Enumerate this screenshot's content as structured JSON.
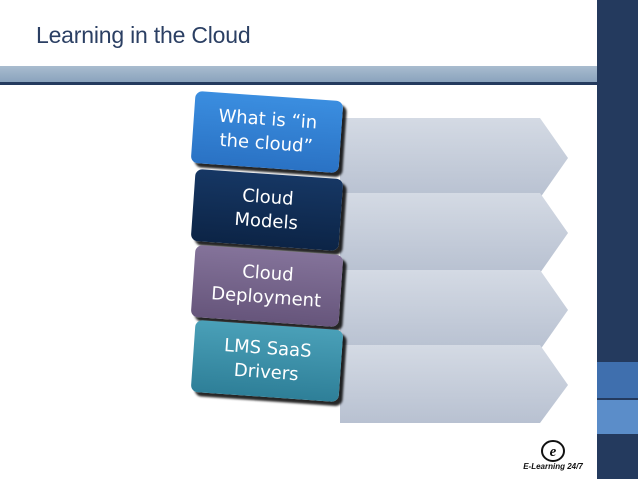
{
  "title": "Learning in the Cloud",
  "colors": {
    "title": "#2b3f63",
    "rule": "#9fb3c8",
    "sidebar": "#243a5e",
    "arrow": "#c2cad8",
    "box1": "#2f7fd4",
    "box2": "#0f2a4e",
    "box3": "#75648a",
    "box4": "#3a8ea6"
  },
  "steps": [
    {
      "label": "What is “in\nthe cloud”"
    },
    {
      "label": "Cloud\nModels"
    },
    {
      "label": "Cloud\nDeployment"
    },
    {
      "label": "LMS SaaS\nDrivers"
    }
  ],
  "logo": {
    "letter": "e",
    "text": "E-Learning 24/7"
  }
}
